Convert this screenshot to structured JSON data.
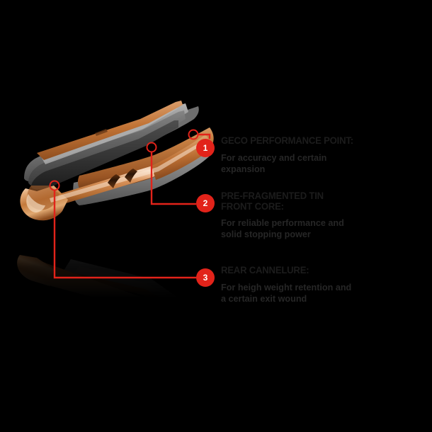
{
  "page": {
    "background_color": "#000000",
    "accent_color": "#e2231a",
    "title_color": "#1c1c1c",
    "body_color": "#262626"
  },
  "illustration": {
    "name": "cutaway-bullet-illustration",
    "description": "Sectioned rifle bullet with copper jacket and grey tin front core, shown at an angle with reflection",
    "jacket_color": "#c97a3c",
    "jacket_highlight": "#efc39b",
    "core_color": "#6e6e6e",
    "core_highlight": "#b4b4b4"
  },
  "callouts": [
    {
      "number": "1",
      "title": "GECO PERFORMANCE POINT:",
      "body": "For accuracy and certain\nexpansion"
    },
    {
      "number": "2",
      "title": "PRE-FRAGMENTED TIN\nFRONT CORE:",
      "body": "For reliable performance and\nsolid stopping power"
    },
    {
      "number": "3",
      "title": "REAR CANNELURE:",
      "body": "For heigh weight retention and\na certain exit wound"
    }
  ]
}
